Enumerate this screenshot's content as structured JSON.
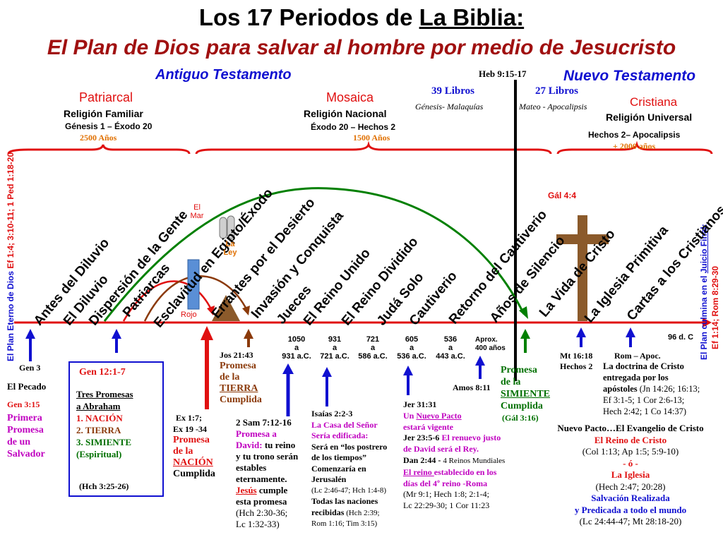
{
  "header": {
    "title_a": "Los 17 Periodos de ",
    "title_b": "La Biblia:",
    "subtitle": "El Plan de Dios para salvar al hombre por medio de Jesucristo"
  },
  "testaments": {
    "old": "Antiguo Testamento",
    "new": "Nuevo Testamento",
    "heb": "Heb 9:15-17",
    "old_books": "39 Libros",
    "old_range": "Génesis- Malaquías",
    "new_books": "27 Libros",
    "new_range": "Mateo - Apocalipsis"
  },
  "dispensations": {
    "patriarcal": {
      "name": "Patriarcal",
      "religion": "Religión Familiar",
      "range": "Génesis 1 – Éxodo 20",
      "years": "2500 Años"
    },
    "mosaica": {
      "name": "Mosaica",
      "religion": "Religión Nacional",
      "range": "Éxodo 20 – Hechos 2",
      "years": "1500 Años"
    },
    "cristiana": {
      "name": "Cristiana",
      "religion": "Religión Universal",
      "range": "Hechos 2– Apocalipsis",
      "years": "+ 2000 años"
    }
  },
  "side": {
    "left_a": "El Plan Eterno de Dios ",
    "left_b": "Ef 1:4; 3:10-11; 1 Ped 1:18-20",
    "right_a": "El Plan culmina en el ",
    "right_b": "Juicio Final",
    "right_c": ": ",
    "right_d": "Ef 1:14; Rom 8:29-30"
  },
  "periods": [
    "Antes del Diluvio",
    "El Diluvio",
    "Dispersión de la Gente",
    "Patriarcas",
    "Esclavitud en Egipto/Éxodo",
    "Errantes por el Desierto",
    "Invasión y Conquista",
    "Jueces",
    "El Reino Unido",
    "El Reino Dividido",
    "Judá Solo",
    "Cautiverio",
    "Retorno del Cautiverio",
    "Años de Silencio",
    "La Vida de Cristo",
    "La Iglesia Primitiva",
    "Cartas a los Cristianos"
  ],
  "map_labels": {
    "mar": "El Mar",
    "rojo": "Rojo",
    "ley": "La Ley",
    "gal": "Gál 4:4"
  },
  "dates": [
    {
      "top": "1050",
      "mid": "a",
      "bot": "931 a.C."
    },
    {
      "top": "931",
      "mid": "a",
      "bot": "721 a.C."
    },
    {
      "top": "721",
      "mid": "a",
      "bot": "586 a.C."
    },
    {
      "top": "605",
      "mid": "a",
      "bot": "536 a.C."
    },
    {
      "top": "536",
      "mid": "a",
      "bot": "443 a.C."
    }
  ],
  "timeline_notes": {
    "aprox": "Aprox.",
    "aprox2": "400 años",
    "dc": "96 d. C",
    "mt": "Mt 16:18",
    "hechos2": "Hechos 2",
    "rom": "Rom – Apoc."
  },
  "left_notes": {
    "gen3": "Gen 3",
    "pecado": "El Pecado",
    "gen315": "Gen 3:15",
    "primera": "Primera",
    "promesa": "Promesa",
    "de_un": "de un",
    "salvador": "Salvador"
  },
  "abraham": {
    "ref": "Gen 12:1-7",
    "t1": "Tres Promesas",
    "t2": "a Abraham",
    "n1": "1. NACIÓN",
    "n2": "2. TIERRA",
    "n3": "3. SIMIENTE",
    "n4": "(Espiritual)",
    "heb": "(Hch 3:25-26)"
  },
  "exodo": {
    "a": "Ex 1:7;",
    "b": "Ex 19 -34",
    "c": "Promesa",
    "d": "de la",
    "e": "NACIÓN",
    "f": "Cumplida"
  },
  "josue": {
    "a": "Jos 21:43",
    "b": "Promesa",
    "c": "de la",
    "d": "TIERRA",
    "e": "Cumplida"
  },
  "david": {
    "a": "2 Sam 7:12-16",
    "b": "Promesa a",
    "c": "David:",
    "d": " tu reino",
    "e": "y tu trono serán",
    "f": "estables",
    "g": "eternamente.",
    "h": "Jesús",
    "i": " cumple",
    "j": "esta promesa",
    "k": "(Hch 2:30-36;",
    "l": "Lc 1:32-33)"
  },
  "isaias": {
    "a": "Isaías 2:2-3",
    "b": "La Casa del Señor",
    "c": "Sería edificada:",
    "d": "Será en “los postrero",
    "e": "de los tiempos”",
    "f": "Comenzaría en",
    "g": "Jerusalén",
    "h": "(Lc 2:46-47; Hch 1:4-8)",
    "i": "Todas las naciones",
    "j": "recibidas",
    "k": " (Hch 2:39;",
    "l": "Rom 1:16; Tim 3:15)"
  },
  "jeremias": {
    "a": "Jer 31:31",
    "b1": "Un ",
    "b2": "Nuevo Pacto",
    "c": "estará vigente",
    "d1": "Jer 23:5-6",
    "d2": " El renuevo justo",
    "e": "de David será el Rey.",
    "f1": "Dan 2:44 - ",
    "f2": "4 Reinos  Mundiales",
    "g1": "El reino ",
    "g2": " establecido en  los",
    "h": "días del 4º reino -Roma",
    "i": "(Mr 9:1; Hech 1:8; 2:1-4;",
    "j": "Lc 22:29-30; 1 Cor 11:23"
  },
  "amos": "Amos 8:11",
  "simiente": {
    "a": "Promesa",
    "b": "de  la",
    "c": "SIMIENTE",
    "d": "Cumplida",
    "e": "(Gál 3:16)"
  },
  "doctrina": {
    "a": "La doctrina de Cristo",
    "b": "entregada por los",
    "c": "apóstoles",
    "c2": " (Jn 14:26; 16:13;",
    "d": "Ef 3:1-5; 1 Cor 2:6-13;",
    "e": "Hech 2:42; 1 Co 14:37)"
  },
  "nuevo_pacto": {
    "a": "Nuevo Pacto…El Evangelio de Cristo",
    "b": "El Reino de Cristo",
    "c": "(Col 1:13;  Ap 1:5; 5:9-10)",
    "d": "- ó -",
    "e": "La Iglesia",
    "f": "(Hech 2:47; 20:28)",
    "g": "Salvación Realizada",
    "h": "y Predicada a todo el mundo",
    "i": "(Lc 24:44-47; Mt 28:18-20)"
  }
}
